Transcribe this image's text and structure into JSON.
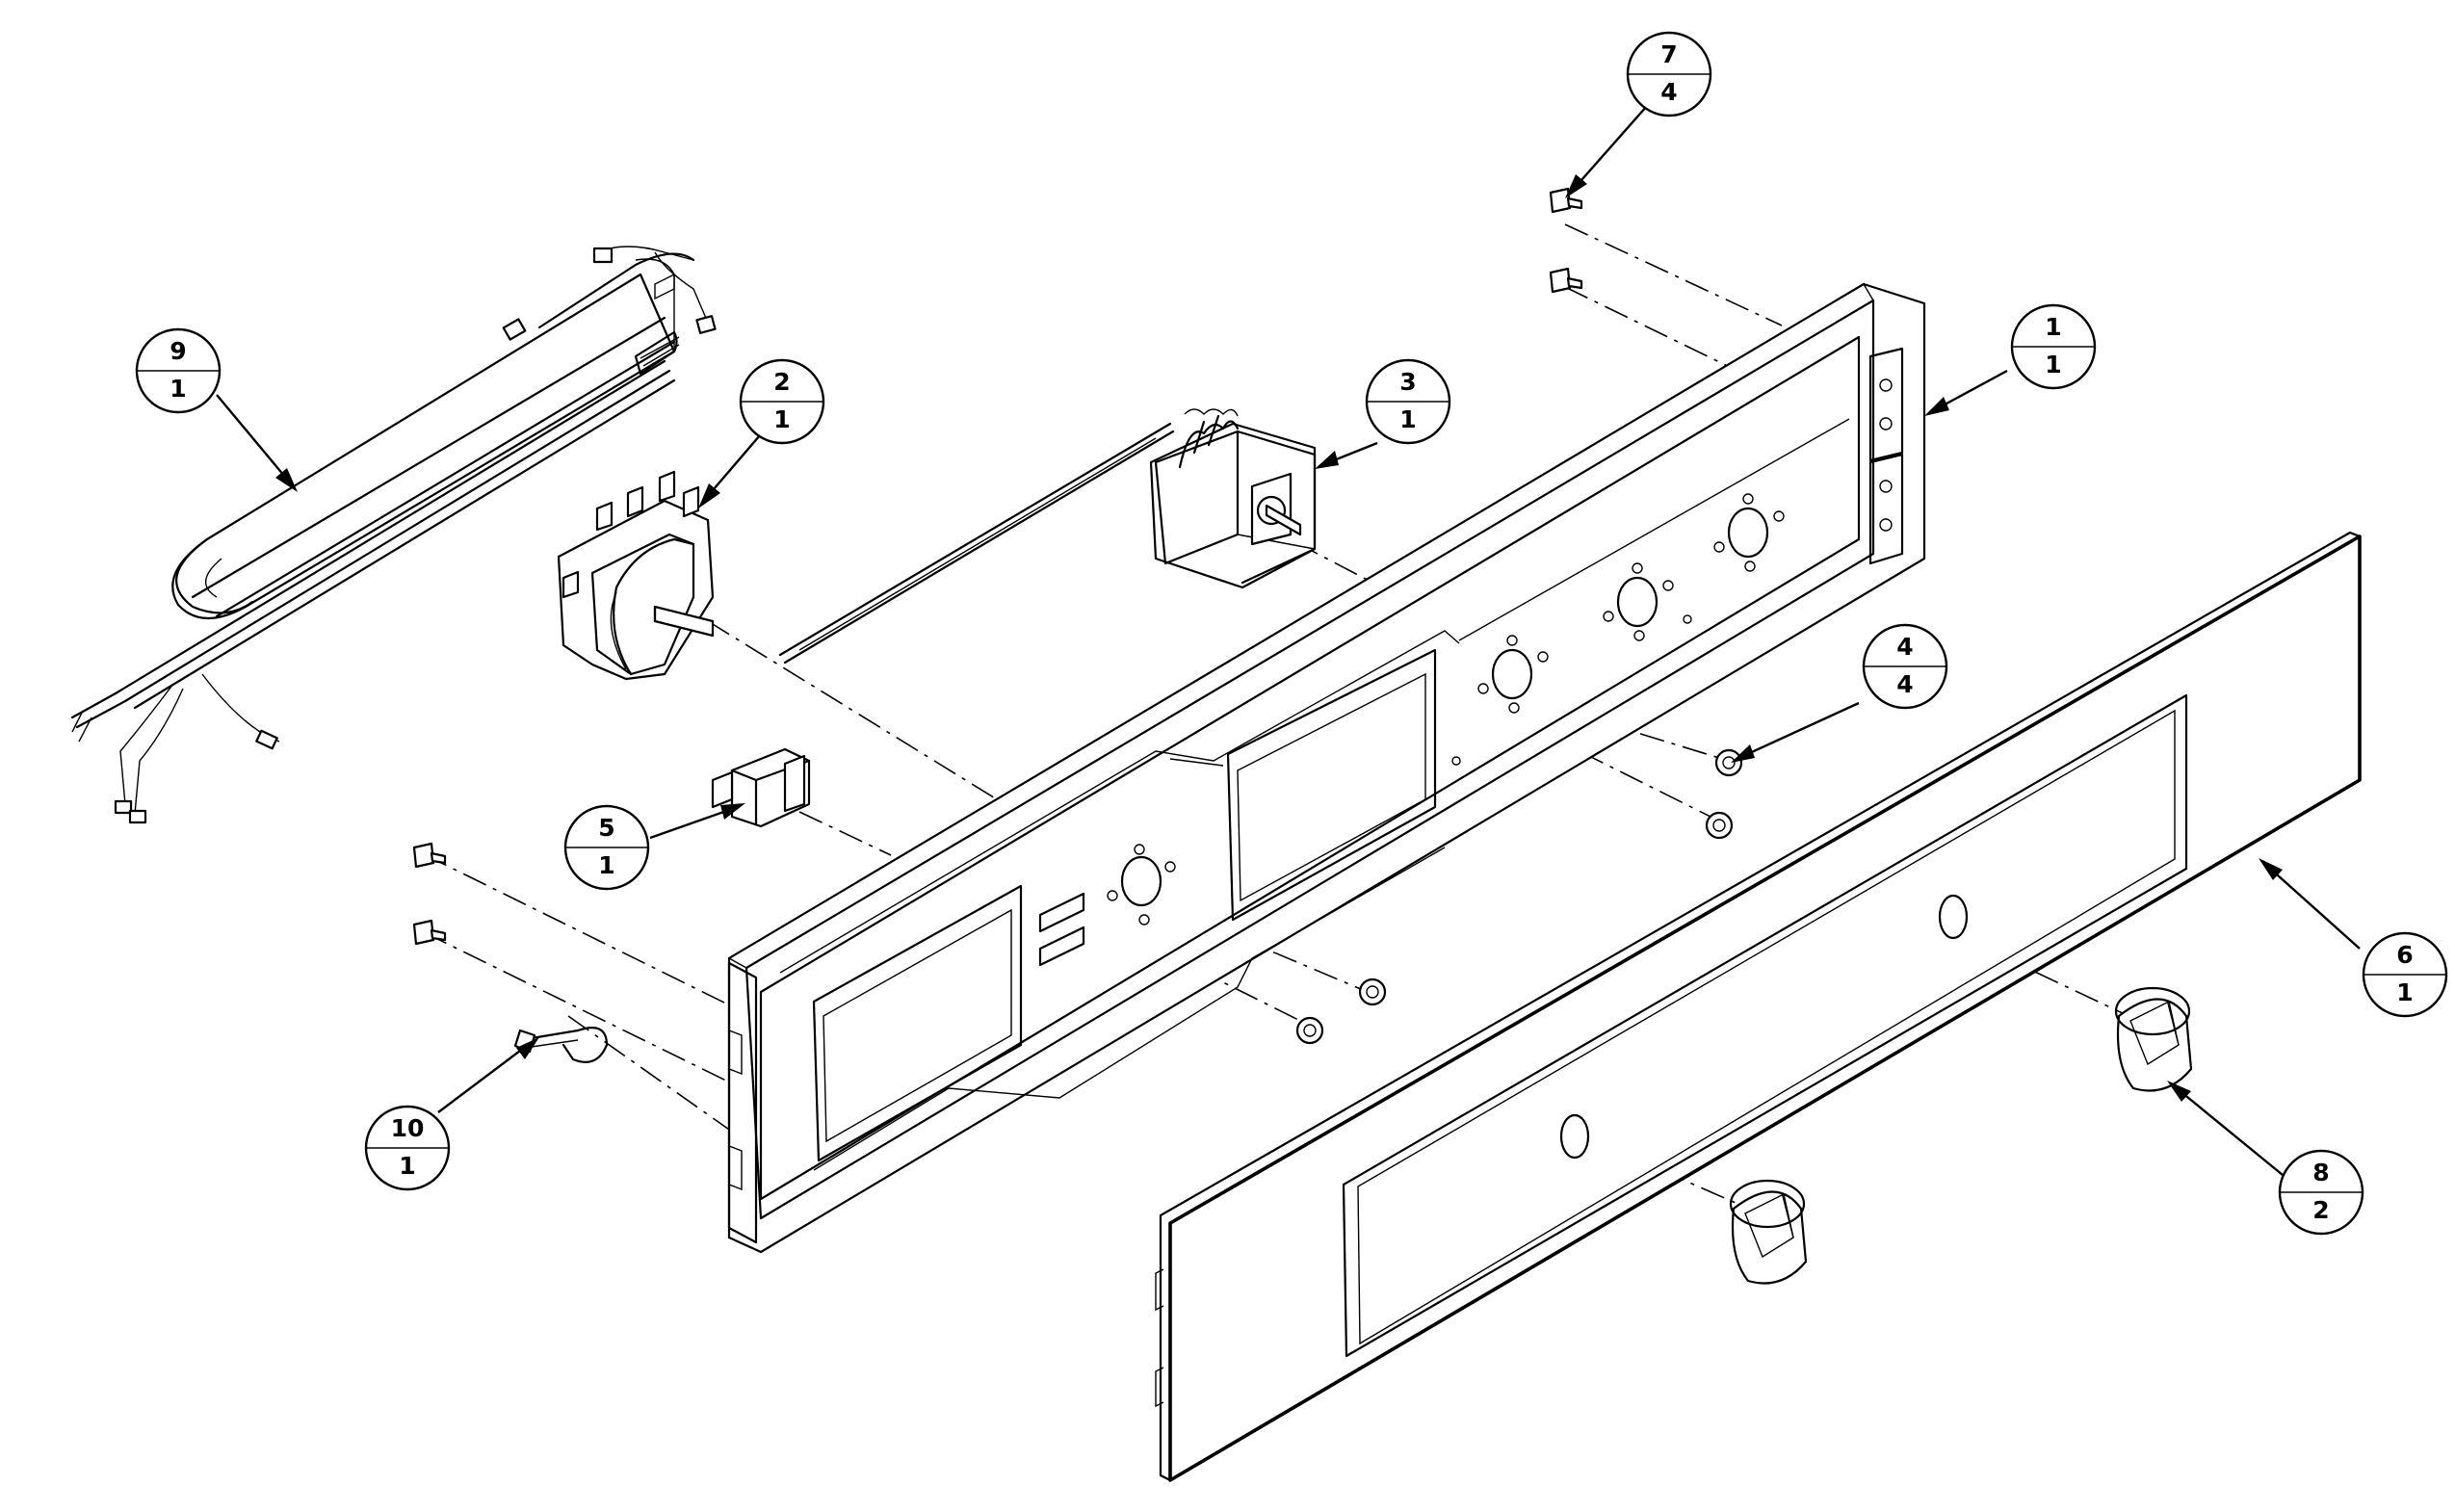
{
  "callouts": [
    {
      "id": "c1",
      "item": "1",
      "qty": "1"
    },
    {
      "id": "c2",
      "item": "2",
      "qty": "1"
    },
    {
      "id": "c3",
      "item": "3",
      "qty": "1"
    },
    {
      "id": "c4",
      "item": "4",
      "qty": "4"
    },
    {
      "id": "c5",
      "item": "5",
      "qty": "1"
    },
    {
      "id": "c6",
      "item": "6",
      "qty": "1"
    },
    {
      "id": "c7",
      "item": "7",
      "qty": "4"
    },
    {
      "id": "c8",
      "item": "8",
      "qty": "2"
    },
    {
      "id": "c9",
      "item": "9",
      "qty": "1"
    },
    {
      "id": "c10",
      "item": "10",
      "qty": "1"
    }
  ],
  "parts": {
    "control_panel": "control-panel-frame",
    "selector_switch": "selector-switch",
    "thermostat": "thermostat",
    "screws": "screw",
    "rocker_switch": "rocker-switch",
    "front_fascia": "front-fascia-panel",
    "knobs": "control-knob",
    "wire_harness": "wire-harness",
    "cable_tie": "cable-tie"
  },
  "colors": {
    "line": "#000000",
    "background": "#ffffff"
  }
}
